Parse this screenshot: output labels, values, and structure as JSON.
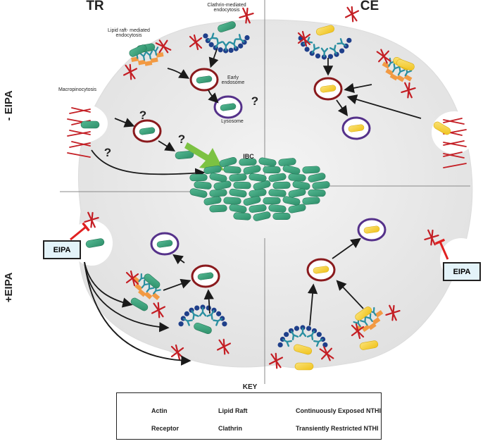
{
  "labels": {
    "tr": "TR",
    "ce": "CE",
    "minus_eipa": "- EIPA",
    "plus_eipa": "+EIPA",
    "clathrin_endo": "Clathrin-mediated endocytosis",
    "lipid_raft_endo": "Lipid raft- mediated endocytosis",
    "macropinocytosis": "Macropinocytosis",
    "early_endosome": "Early endosome",
    "lysosome": "Lysosome",
    "ibc": "IBC",
    "question": "?",
    "eipa": "EIPA"
  },
  "key": {
    "title": "KEY",
    "actin": "Actin",
    "lipid_raft": "Lipid Raft",
    "ce_nthi": "Continuously Exposed NTHI",
    "receptor": "Receptor",
    "clathrin": "Clathrin",
    "tr_nthi": "Transiently Restricted NTHI"
  },
  "colors": {
    "cell_fill": "#e9e9e9",
    "actin": "#c41e24",
    "receptor": "#2a8fa1",
    "clathrin": "#1f3f8a",
    "lipid_raft": "#f29a43",
    "tr_nthi": "#3aa17b",
    "ce_nthi": "#f6d135",
    "endosome_ring": "#8a1a1d",
    "lysosome_ring": "#55318a",
    "green_arrow": "#7cc242",
    "inhibitor": "#e02020",
    "eipa_box": "#e3f3f9"
  }
}
